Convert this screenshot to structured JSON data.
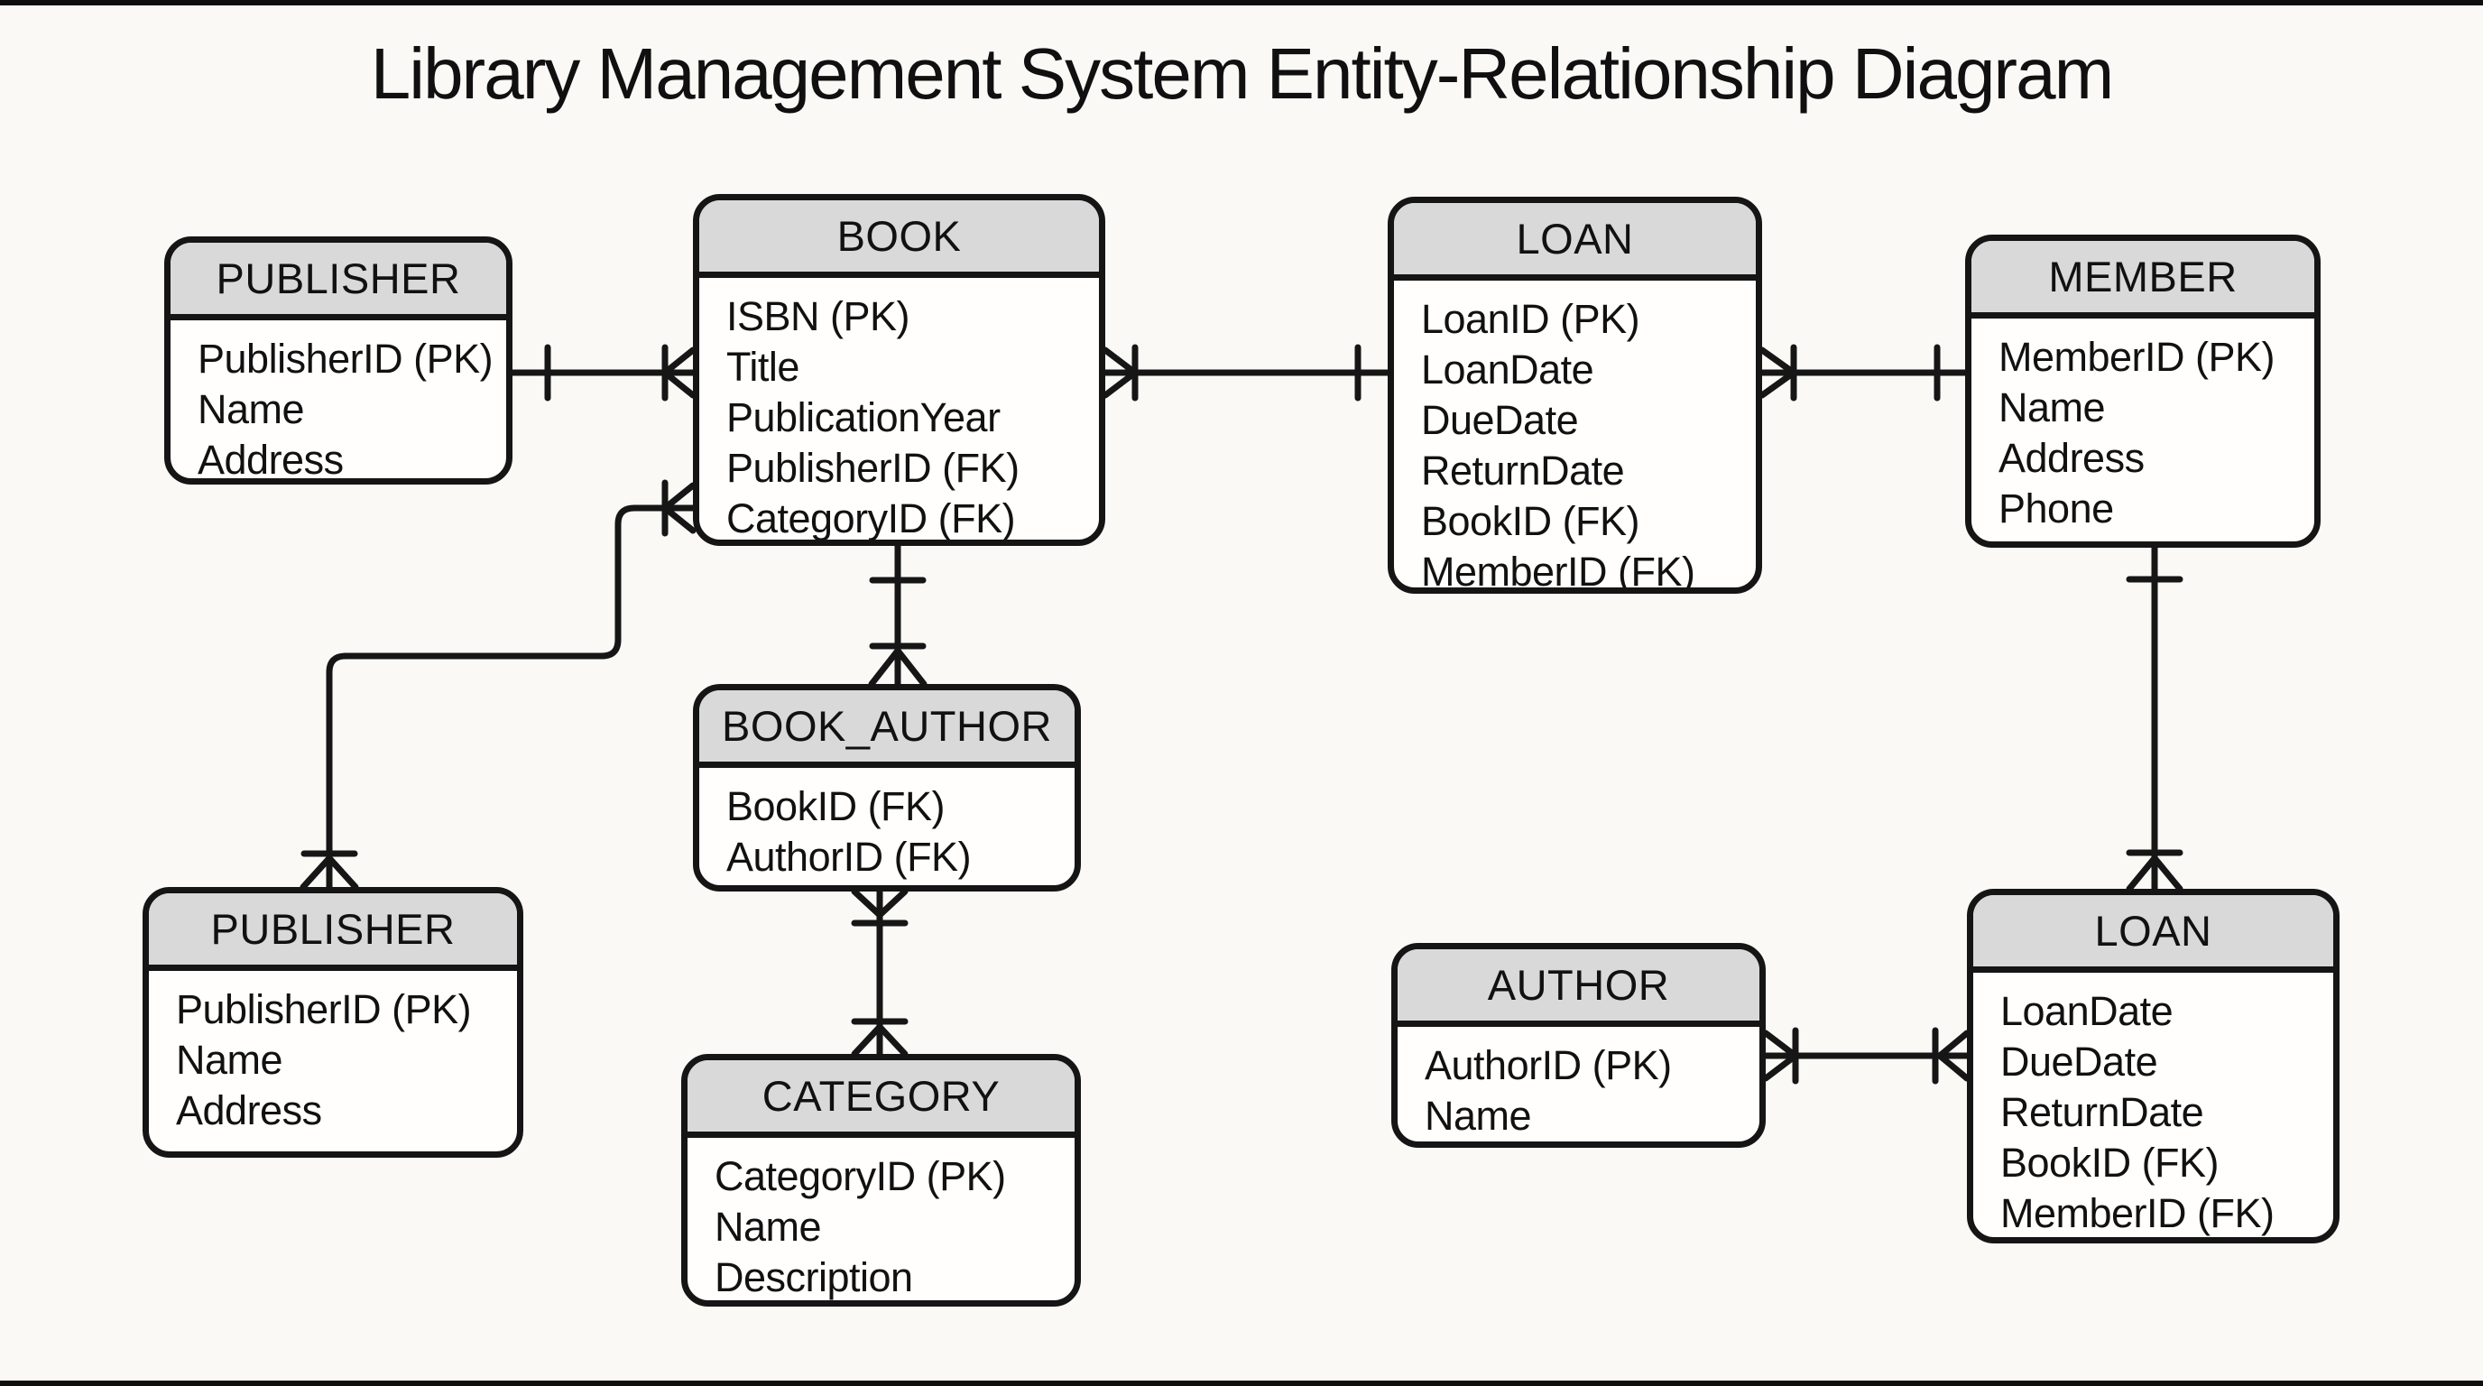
{
  "title": "Library Management System Entity-Relationship Diagram",
  "entities": [
    {
      "name": "PUBLISHER",
      "attributes": [
        "PublisherID (PK)",
        "Name",
        "Address"
      ]
    },
    {
      "name": "BOOK",
      "attributes": [
        "ISBN (PK)",
        "Title",
        "PublicationYear",
        "PublisherID (FK)",
        "CategoryID (FK)"
      ]
    },
    {
      "name": "LOAN",
      "attributes": [
        "LoanID (PK)",
        "LoanDate",
        "DueDate",
        "ReturnDate",
        "BookID (FK)",
        "MemberID (FK)"
      ]
    },
    {
      "name": "MEMBER",
      "attributes": [
        "MemberID (PK)",
        "Name",
        "Address",
        "Phone"
      ]
    },
    {
      "name": "BOOK_AUTHOR",
      "attributes": [
        "BookID (FK)",
        "AuthorID (FK)"
      ]
    },
    {
      "name": "PUBLISHER",
      "attributes": [
        "PublisherID (PK)",
        "Name",
        "Address"
      ]
    },
    {
      "name": "CATEGORY",
      "attributes": [
        "CategoryID (PK)",
        "Name",
        "Description"
      ]
    },
    {
      "name": "AUTHOR",
      "attributes": [
        "AuthorID (PK)",
        "Name"
      ]
    },
    {
      "name": "LOAN",
      "attributes": [
        "LoanDate",
        "DueDate",
        "ReturnDate",
        "BookID (FK)",
        "MemberID (FK)"
      ]
    }
  ],
  "relationships": [
    {
      "from": "PUBLISHER (top)",
      "to": "BOOK",
      "from_cardinality": "one",
      "to_cardinality": "many"
    },
    {
      "from": "BOOK",
      "to": "LOAN (top)",
      "from_cardinality": "many",
      "to_cardinality": "one"
    },
    {
      "from": "LOAN (top)",
      "to": "MEMBER",
      "from_cardinality": "many",
      "to_cardinality": "one"
    },
    {
      "from": "BOOK",
      "to": "BOOK_AUTHOR",
      "from_cardinality": "one",
      "to_cardinality": "many"
    },
    {
      "from": "BOOK (CategoryID)",
      "to": "PUBLISHER (bottom)",
      "from_cardinality": "many",
      "to_cardinality": "many"
    },
    {
      "from": "BOOK_AUTHOR",
      "to": "CATEGORY",
      "from_cardinality": "many",
      "to_cardinality": "many"
    },
    {
      "from": "AUTHOR",
      "to": "LOAN (bottom)",
      "from_cardinality": "many",
      "to_cardinality": "many"
    },
    {
      "from": "MEMBER",
      "to": "LOAN (bottom)",
      "from_cardinality": "one",
      "to_cardinality": "many"
    }
  ],
  "notation": "crow's foot",
  "colors": {
    "background": "#faf9f6",
    "entity_fill": "#fffefd",
    "header_fill": "#d9d9d9",
    "line": "#161616",
    "text": "#111111"
  }
}
